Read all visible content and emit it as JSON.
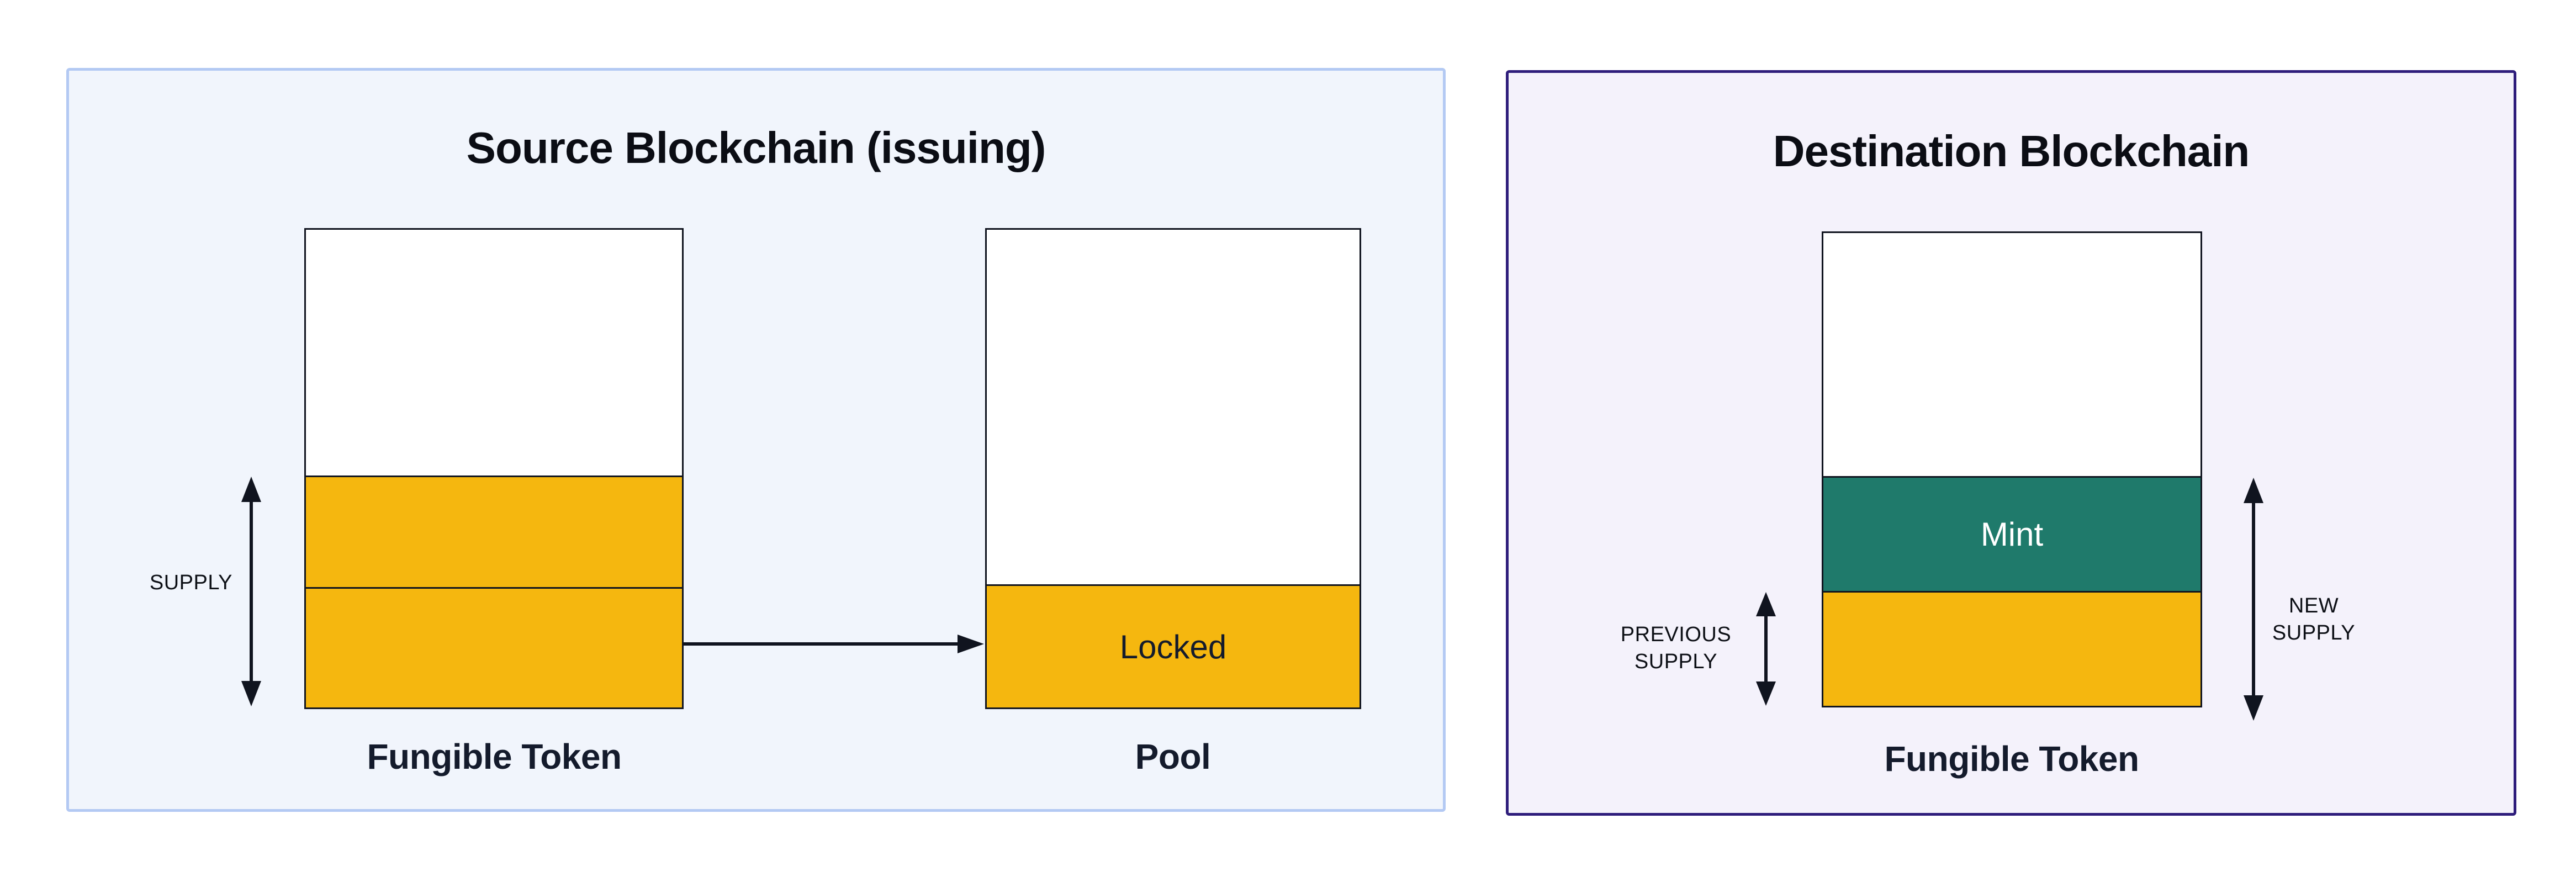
{
  "colors": {
    "ink": "#10141f",
    "label_ink": "#141b2c",
    "token_fill": "#f5b70f",
    "mint_fill": "#1f7a6b",
    "mint_text": "#ffffff",
    "box_fill": "#ffffff"
  },
  "source_panel": {
    "title": "Source Blockchain (issuing)",
    "bg": "#f1f5fc",
    "border": "#b3c9f3",
    "supply_label": "SUPPLY",
    "fungible_token_label": "Fungible Token",
    "pool_label": "Pool",
    "locked_label": "Locked"
  },
  "destination_panel": {
    "title": "Destination Blockchain",
    "bg": "#f4f2fb",
    "border": "#2e1d7b",
    "mint_label": "Mint",
    "previous_supply_lines": [
      "PREVIOUS",
      "SUPPLY"
    ],
    "new_supply_lines": [
      "NEW",
      "SUPPLY"
    ],
    "fungible_token_label": "Fungible Token"
  }
}
